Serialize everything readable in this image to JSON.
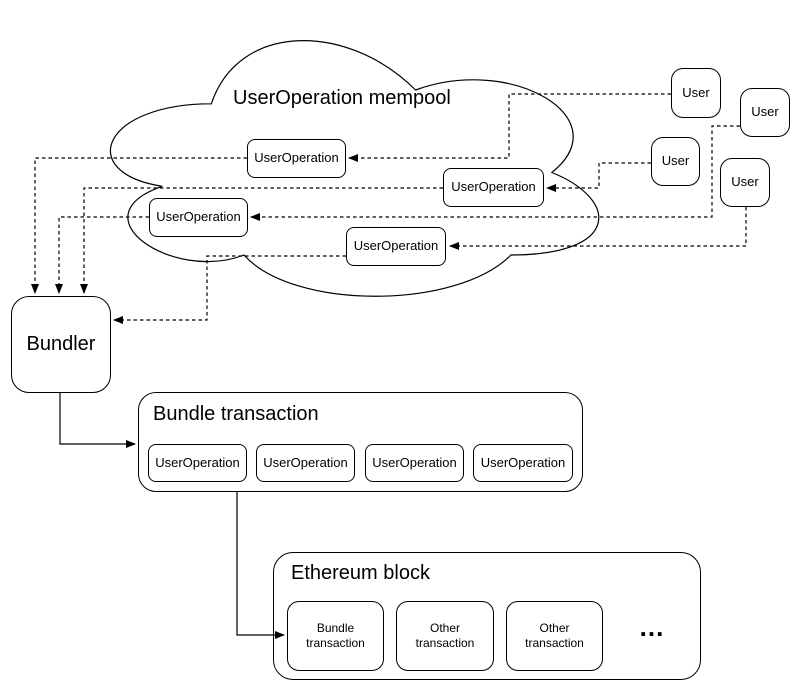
{
  "mempool": {
    "title": "UserOperation mempool",
    "ops": [
      "UserOperation",
      "UserOperation",
      "UserOperation",
      "UserOperation"
    ]
  },
  "users": [
    "User",
    "User",
    "User",
    "User"
  ],
  "bundler": {
    "label": "Bundler"
  },
  "bundle_transaction": {
    "title": "Bundle transaction",
    "ops": [
      "UserOperation",
      "UserOperation",
      "UserOperation",
      "UserOperation"
    ]
  },
  "ethereum_block": {
    "title": "Ethereum block",
    "transactions": [
      "Bundle transaction",
      "Other transaction",
      "Other transaction"
    ],
    "ellipsis": "..."
  },
  "colors": {
    "stroke": "#000000",
    "fill": "#ffffff",
    "background": "#ffffff"
  }
}
